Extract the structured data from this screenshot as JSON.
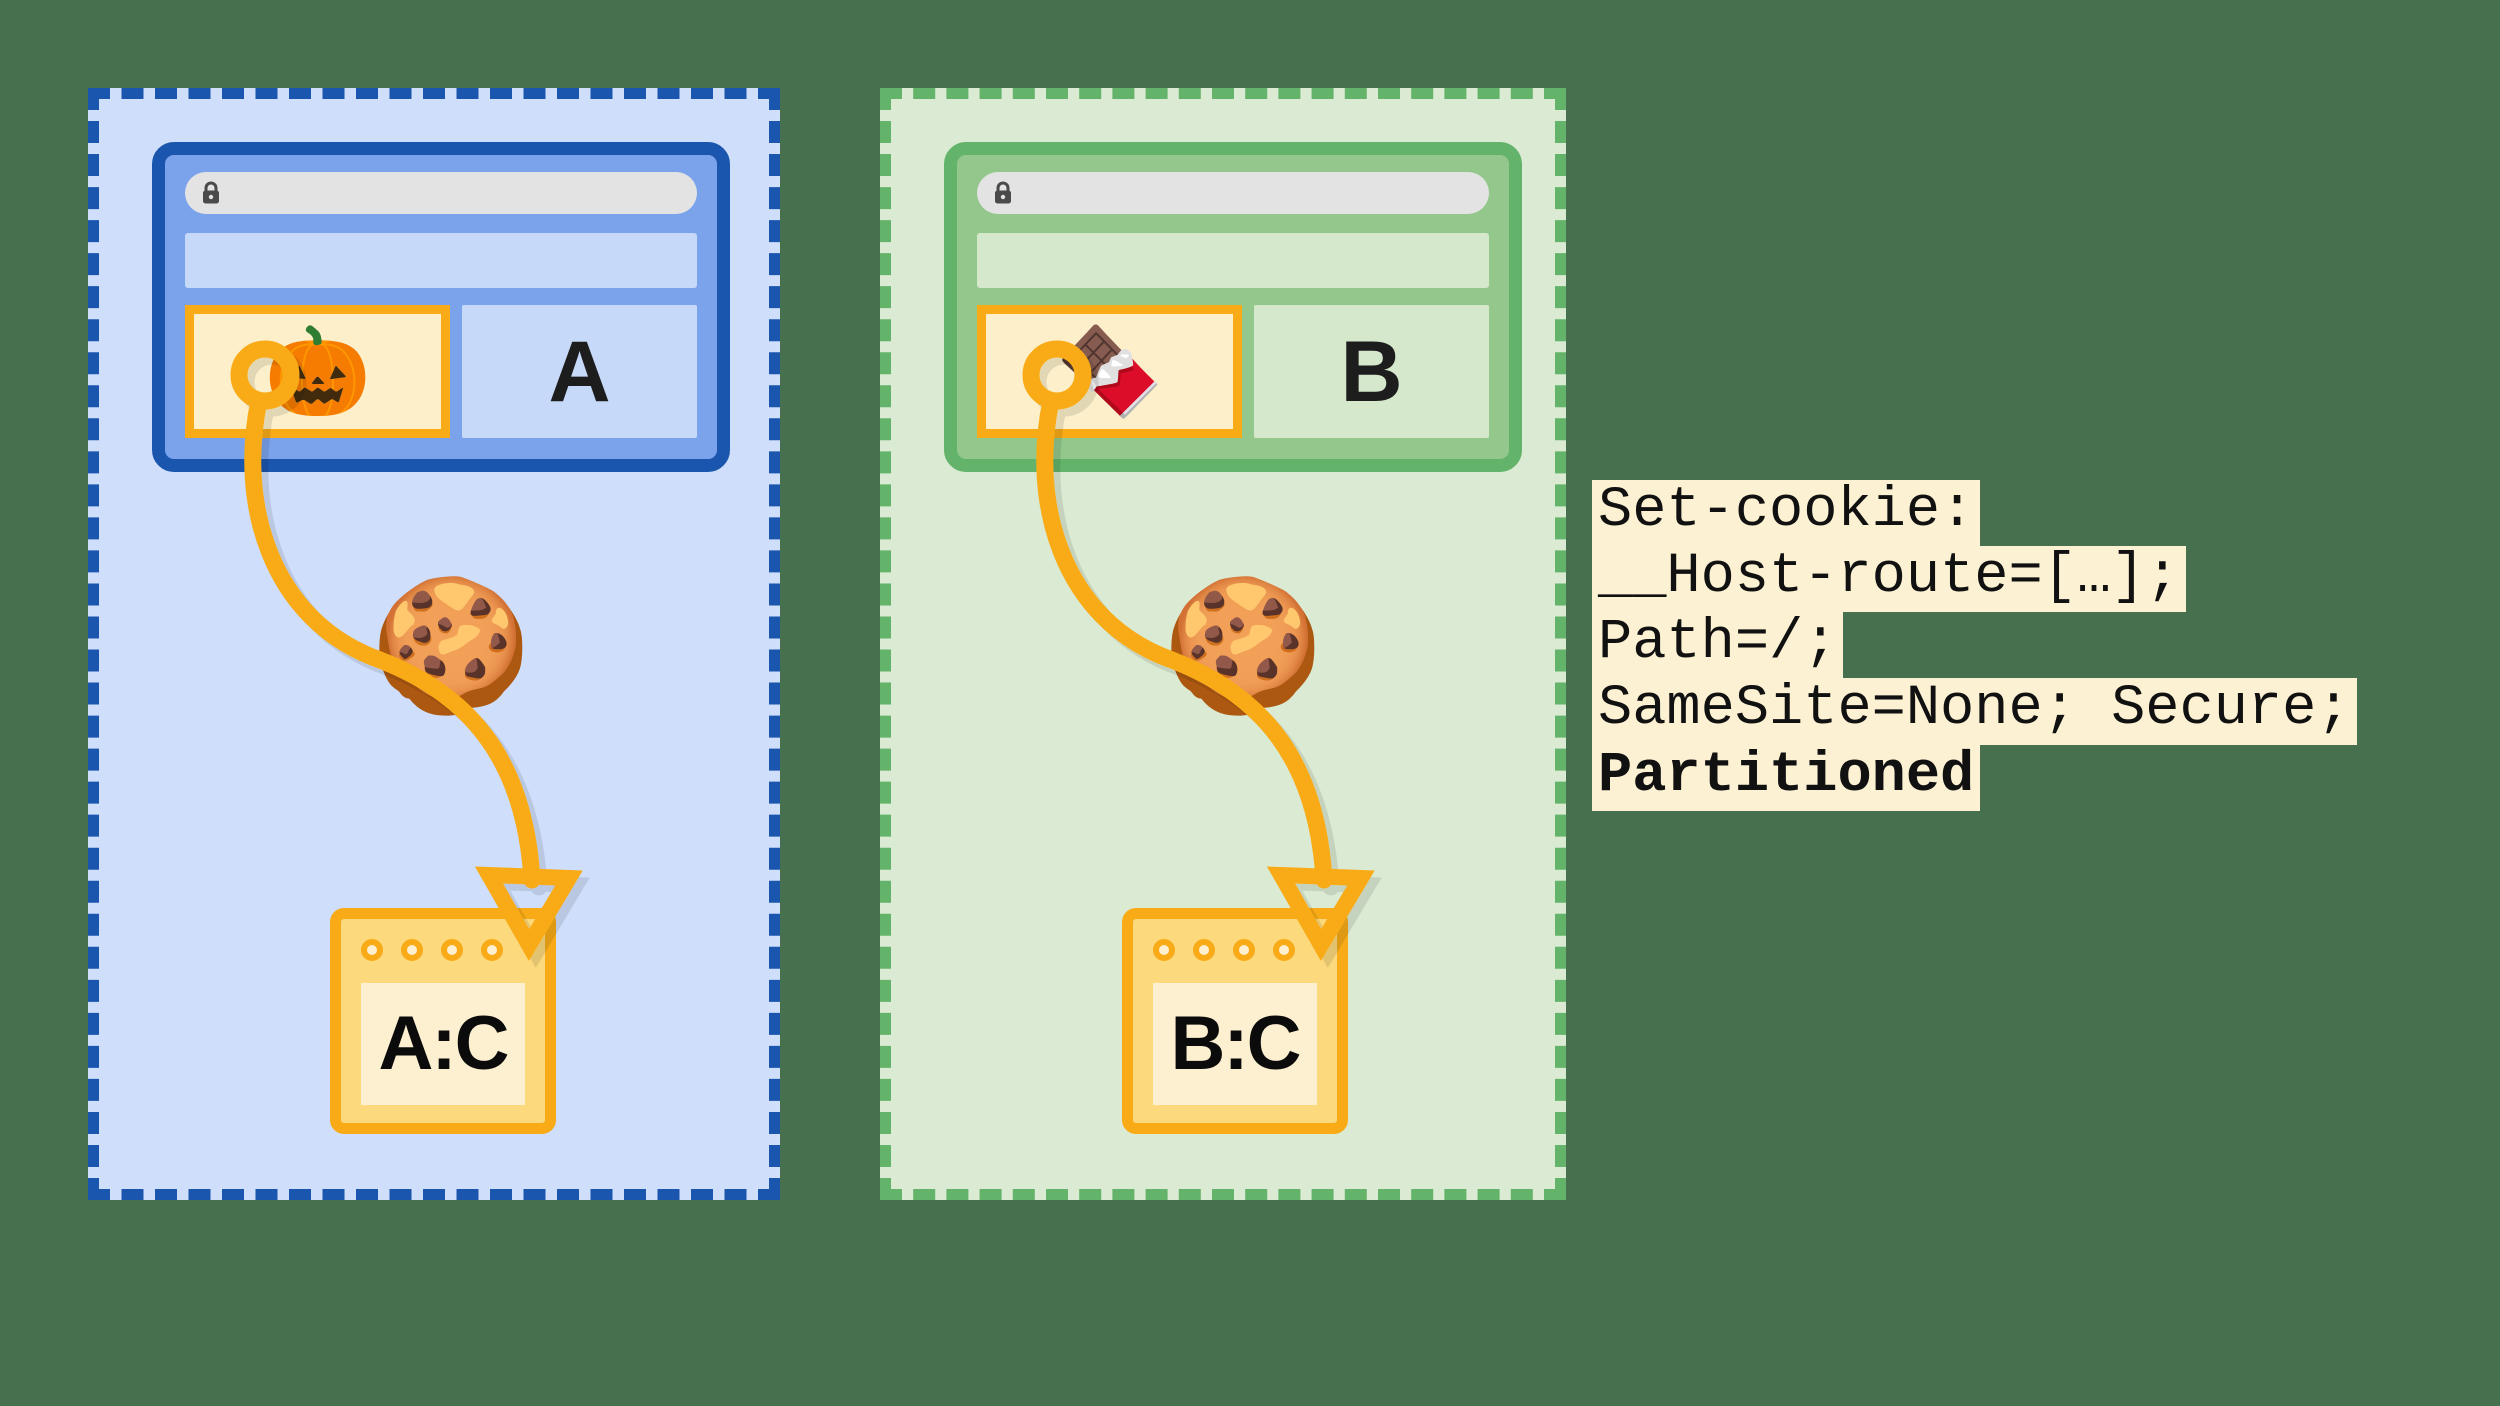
{
  "background_color": "#47704e",
  "partitions": [
    {
      "name": "partition-a",
      "letter": "A",
      "top_site_icon": "jack-o-lantern-emoji",
      "top_site_glyph": "🎃",
      "cookie_glyph": "🍪",
      "note_label": "A:C",
      "accent_color": "#1a56ae",
      "fill_color": "#cfdefa"
    },
    {
      "name": "partition-b",
      "letter": "B",
      "top_site_icon": "chocolate-bar-emoji",
      "top_site_glyph": "🍫",
      "cookie_glyph": "🍪",
      "note_label": "B:C",
      "accent_color": "#63b36a",
      "fill_color": "#dbead2"
    }
  ],
  "browser": {
    "lock_icon": "padlock-icon",
    "url_value": ""
  },
  "note_card": {
    "dot_count": 4
  },
  "code_block": {
    "lines": [
      {
        "text": "Set-cookie:",
        "bold": false
      },
      {
        "text": "__Host-route=[…];",
        "bold": false
      },
      {
        "text": "Path=/;",
        "bold": false
      },
      {
        "text": "SameSite=None; Secure;",
        "bold": false
      },
      {
        "text": "Partitioned",
        "bold": true
      }
    ],
    "highlight_color": "#fcf1d2",
    "text_color": "#111111"
  },
  "connector": {
    "color": "#f8ab17",
    "arrow_name": "arrow-head"
  }
}
